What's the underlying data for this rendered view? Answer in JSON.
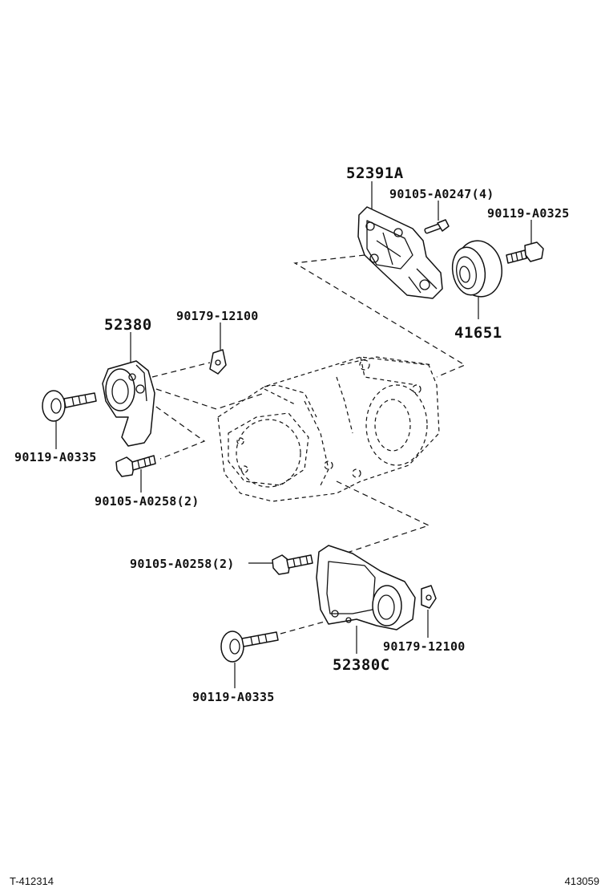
{
  "labels": {
    "p52391A": "52391A",
    "p90105_A0247": "90105-A0247(4)",
    "p90119_A0325": "90119-A0325",
    "p41651": "41651",
    "p52380": "52380",
    "p90179_top": "90179-12100",
    "p90119_left": "90119-A0335",
    "p90105_A0258_top": "90105-A0258(2)",
    "p90105_A0258_bottom": "90105-A0258(2)",
    "p90179_bottom": "90179-12100",
    "p52380C": "52380C",
    "p90119_bottom": "90119-A0335"
  },
  "footer": {
    "left_code": "T-412314",
    "right_code": "413059"
  }
}
